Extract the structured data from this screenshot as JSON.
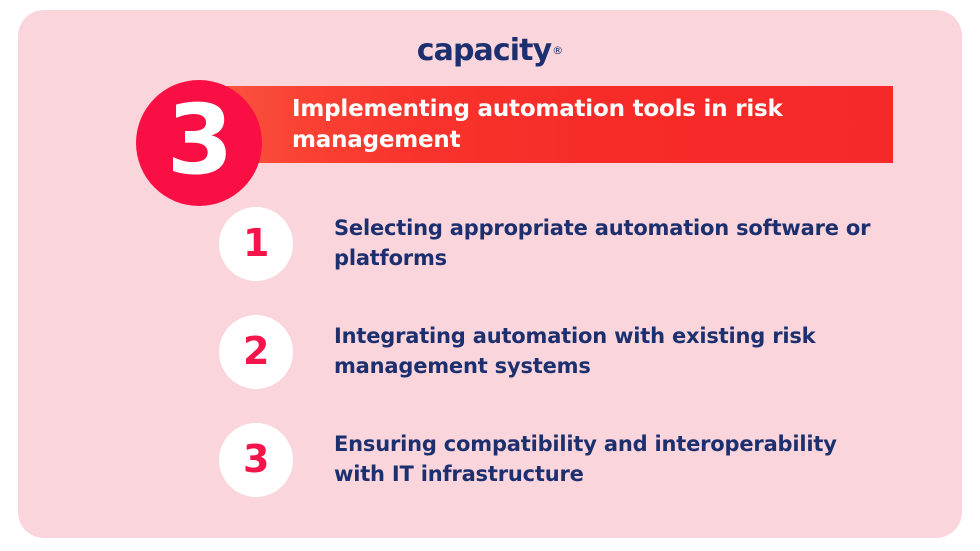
{
  "brand": {
    "name": "capacity",
    "registered_mark": "®"
  },
  "header": {
    "step_number": "3",
    "title": "Implementing automation tools in risk management"
  },
  "colors": {
    "card_background": "#FBD5DC",
    "banner_red": "#F6292A",
    "banner_red_light": "#FB5B45",
    "badge_pink": "#FA0F45",
    "number_red": "#F5154B",
    "navy_text": "#1C2F6E",
    "white": "#FFFFFF"
  },
  "steps": [
    {
      "number": "1",
      "text": "Selecting appropriate automation software or platforms"
    },
    {
      "number": "2",
      "text": "Integrating automation with existing risk management systems"
    },
    {
      "number": "3",
      "text": "Ensuring compatibility and interoperability with IT infrastructure"
    }
  ]
}
